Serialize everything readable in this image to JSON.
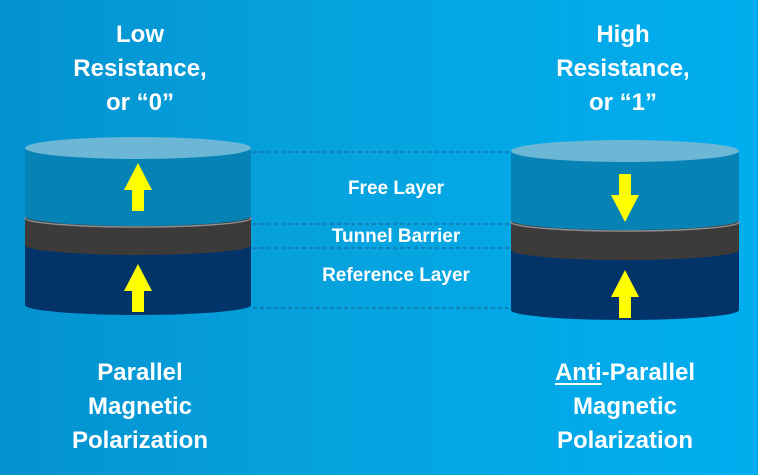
{
  "diagram": {
    "title": "Magnetic Tunnel Junction states",
    "states": [
      {
        "id": "parallel",
        "top_caption": [
          "Low",
          "Resistance,",
          "or “0”"
        ],
        "bottom_caption": {
          "underlined": "",
          "rest_first_line": "Parallel",
          "lines": [
            "Magnetic",
            "Polarization"
          ]
        },
        "free_layer_arrow": "up",
        "reference_layer_arrow": "up"
      },
      {
        "id": "anti-parallel",
        "top_caption": [
          "High",
          "Resistance,",
          "or “1”"
        ],
        "bottom_caption": {
          "underlined": "Anti",
          "rest_first_line": "-Parallel",
          "lines": [
            "Magnetic",
            "Polarization"
          ]
        },
        "free_layer_arrow": "down",
        "reference_layer_arrow": "up"
      }
    ],
    "layers": [
      {
        "name": "Free Layer",
        "color": "#0683b4"
      },
      {
        "name": "Tunnel Barrier",
        "color": "#3d3a3a"
      },
      {
        "name": "Reference Layer",
        "color": "#02346a"
      }
    ],
    "colors": {
      "top_cap": "#6cb6d6",
      "arrow": "#ffff00",
      "guide_line": "#1a5e8c",
      "background_left": "#0392cf",
      "background_right": "#00aeef"
    }
  }
}
